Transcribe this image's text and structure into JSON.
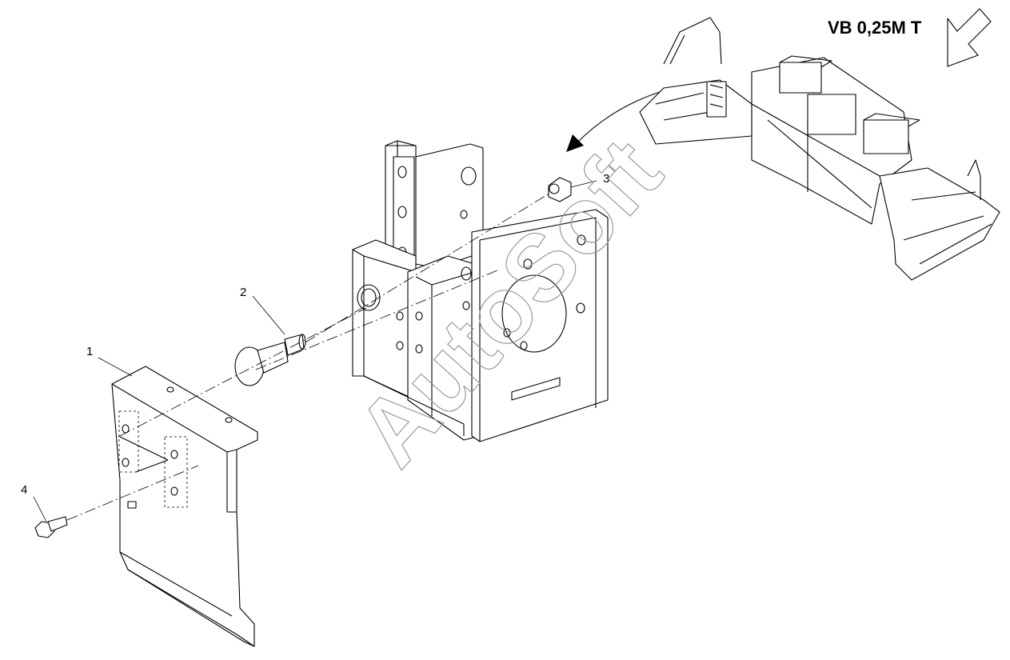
{
  "diagram": {
    "view_label": "VB 0,25M T",
    "watermark": "AutoSoft",
    "callouts": [
      {
        "id": "1",
        "text": "1"
      },
      {
        "id": "2",
        "text": "2"
      },
      {
        "id": "3",
        "text": "3"
      },
      {
        "id": "4",
        "text": "4"
      }
    ]
  }
}
